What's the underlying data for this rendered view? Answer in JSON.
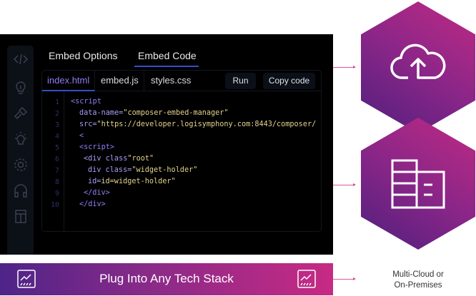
{
  "tabs": [
    "Embed Options",
    "Embed Code"
  ],
  "active_tab": "Embed Code",
  "file_tabs": [
    "index.html",
    "embed.js",
    "styles.css"
  ],
  "buttons": {
    "run": "Run",
    "copy": "Copy code"
  },
  "code_lines": [
    [
      "<script",
      ""
    ],
    [
      "data-name=",
      "\"composer-embed-manager\""
    ],
    [
      "src=",
      "\"https://developer.logisymphony.com:8443/composer/"
    ],
    [
      "<",
      ""
    ],
    [
      "<script>",
      ""
    ],
    [
      "<div class",
      "\"root\""
    ],
    [
      "div class=",
      "\"widget-holder\""
    ],
    [
      "id=",
      "id=widget-holder\""
    ],
    [
      "</div>",
      ""
    ],
    [
      "</div>",
      ""
    ]
  ],
  "line_numbers": [
    "1",
    "2",
    "3",
    "4",
    "5",
    "6",
    "7",
    "8",
    "9",
    "10"
  ],
  "sidebar_icons": [
    "code-icon",
    "lightbulb-icon",
    "hammer-icon",
    "idea-icon",
    "gear-icon",
    "headphones-icon",
    "layout-icon"
  ],
  "banner": {
    "label": "Plug Into Any Tech Stack"
  },
  "hex_icons": [
    "cloud-upload-icon",
    "building-icon"
  ],
  "caption": {
    "line1": "Multi-Cloud or",
    "line2": "On-Premises"
  },
  "colors": {
    "accent": "#3350c9",
    "magenta": "#c72a84",
    "purple": "#4e2488"
  }
}
